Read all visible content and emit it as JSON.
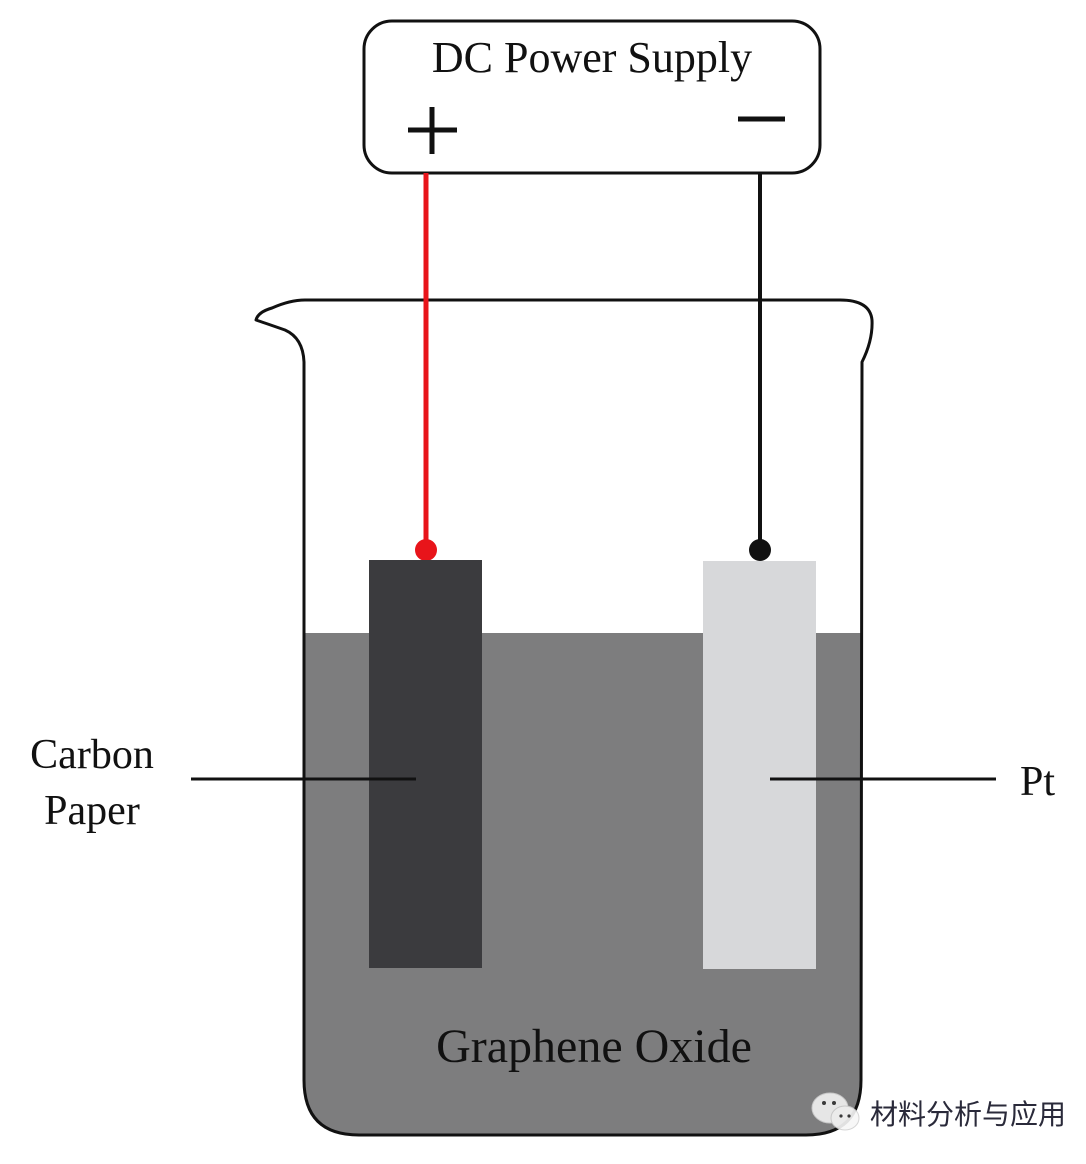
{
  "power_supply": {
    "title": "DC Power Supply",
    "positive_symbol": "+",
    "negative_symbol": "−"
  },
  "electrodes": {
    "anode": {
      "label_line1": "Carbon",
      "label_line2": "Paper",
      "terminal": "positive"
    },
    "cathode": {
      "label": "Pt",
      "terminal": "negative"
    }
  },
  "electrolyte": {
    "label": "Graphene Oxide"
  },
  "watermark": {
    "text": "材料分析与应用",
    "icon": "wechat-icon"
  },
  "colors": {
    "positive_wire": "#e8141a",
    "negative_wire": "#111111",
    "carbon_paper": "#3b3b3e",
    "platinum": "#d7d8da",
    "solution": "#7d7d7e",
    "outline": "#111111"
  }
}
